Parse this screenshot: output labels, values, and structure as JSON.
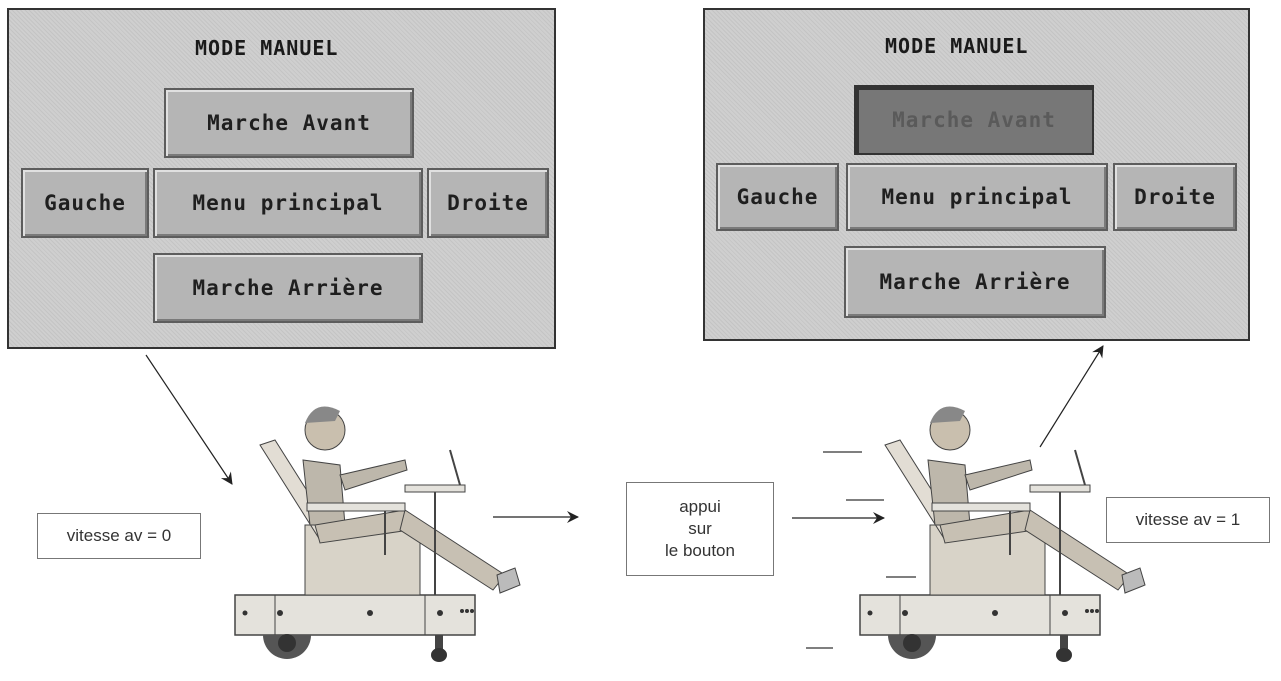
{
  "left_panel": {
    "title": "MODE MANUEL",
    "buttons": {
      "forward": "Marche Avant",
      "left": "Gauche",
      "menu": "Menu principal",
      "right": "Droite",
      "reverse": "Marche Arrière"
    },
    "forward_pressed": false
  },
  "right_panel": {
    "title": "MODE MANUEL",
    "buttons": {
      "forward": "Marche Avant",
      "left": "Gauche",
      "menu": "Menu principal",
      "right": "Droite",
      "reverse": "Marche Arrière"
    },
    "forward_pressed": true
  },
  "labels": {
    "speed_before": "vitesse av = 0",
    "action_line1": "appui",
    "action_line2": "sur",
    "action_line3": "le bouton",
    "speed_after": "vitesse av = 1"
  },
  "icons": {
    "wheelchair_user_before": "wheelchair-user-stationary",
    "wheelchair_user_after": "wheelchair-user-moving"
  }
}
